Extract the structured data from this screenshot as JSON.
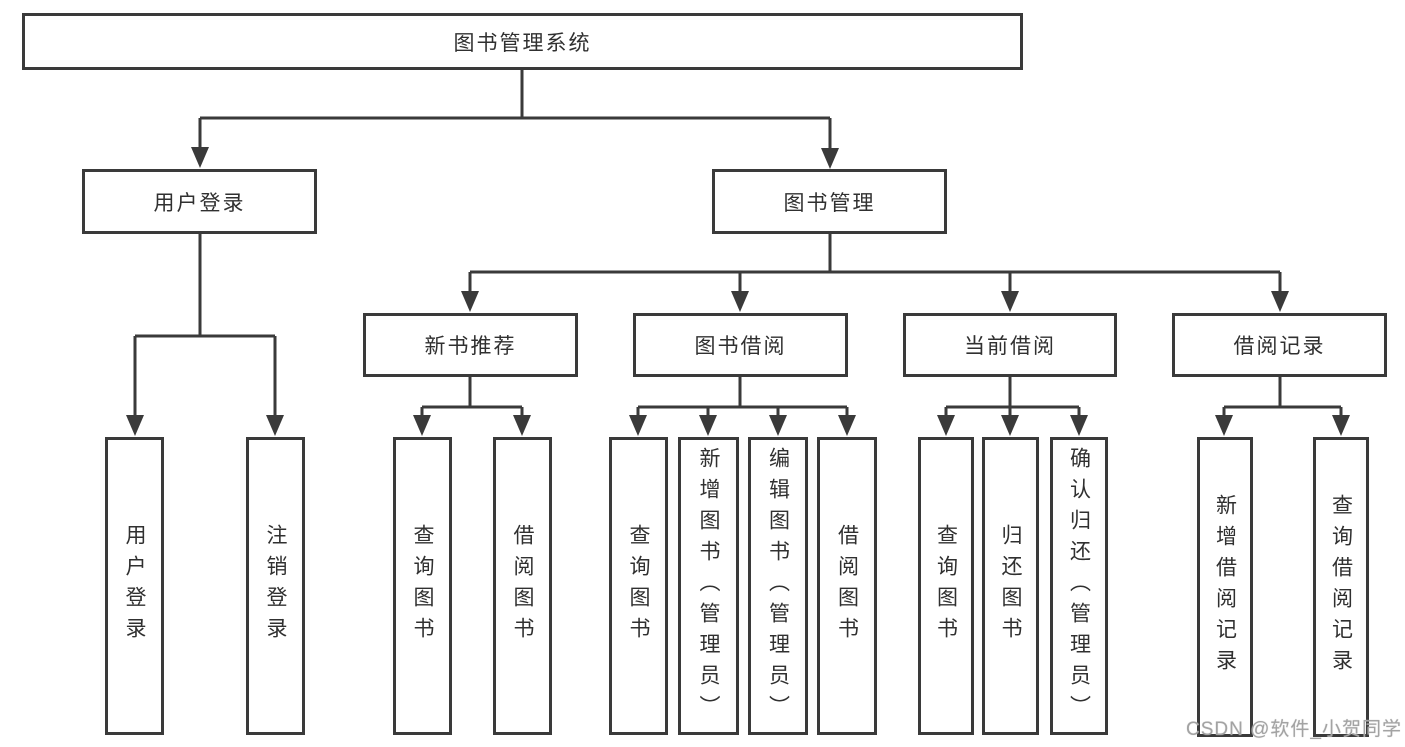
{
  "tree": {
    "root": "图书管理系统",
    "user_login": {
      "label": "用户登录",
      "children": [
        "用户登录",
        "注销登录"
      ]
    },
    "book_mgmt": {
      "label": "图书管理",
      "children": [
        {
          "label": "新书推荐",
          "children": [
            "查询图书",
            "借阅图书"
          ]
        },
        {
          "label": "图书借阅",
          "children": [
            "查询图书",
            "新增图书（管理员）",
            "编辑图书（管理员）",
            "借阅图书"
          ]
        },
        {
          "label": "当前借阅",
          "children": [
            "查询图书",
            "归还图书",
            "确认归还（管理员）"
          ]
        },
        {
          "label": "借阅记录",
          "children": [
            "新增借阅记录",
            "查询借阅记录"
          ]
        }
      ]
    }
  },
  "watermark": {
    "text": "CSDN @软件_小贺同学"
  },
  "colors": {
    "line": "#3a3a3a",
    "text": "#303030",
    "watermark": "#a3a3a3",
    "background": "#ffffff"
  }
}
